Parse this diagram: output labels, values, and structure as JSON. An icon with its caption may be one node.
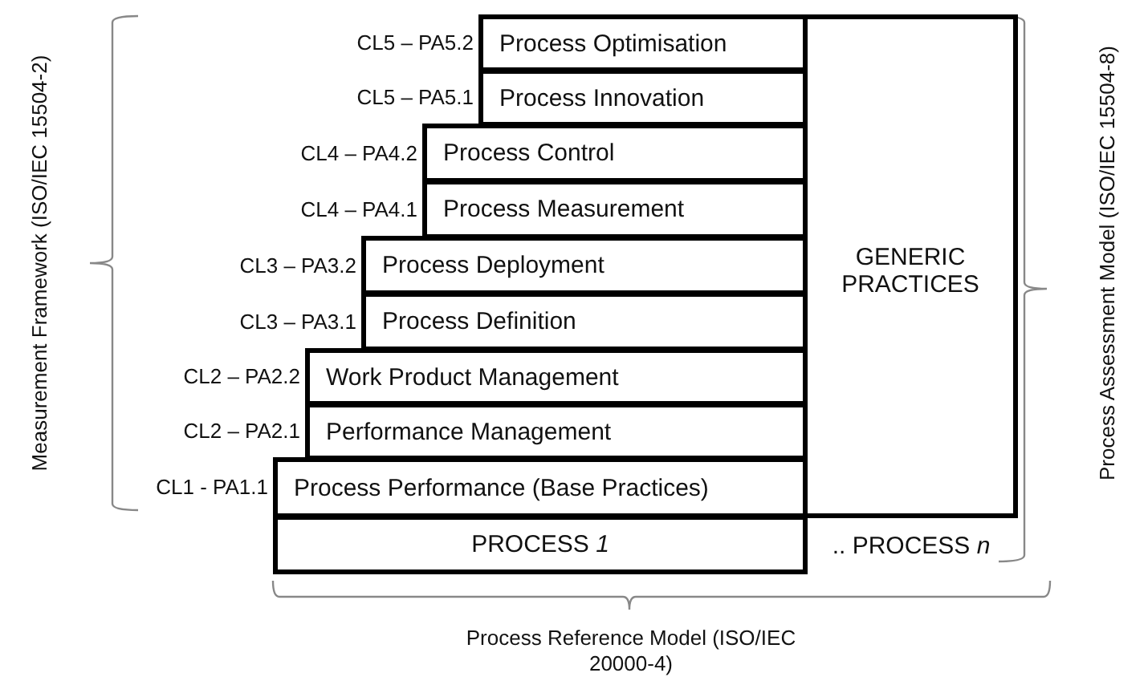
{
  "diagram": {
    "nodes": [
      {
        "text": [
          "Process Optimisation"
        ],
        "beside": [
          "CL5 – PA5.2"
        ]
      },
      {
        "text": [
          "Process Innovation"
        ],
        "beside": [
          "CL5 – PA5.1"
        ]
      },
      {
        "text": [
          "Process Control"
        ],
        "beside": [
          "CL4 – PA4.2"
        ]
      },
      {
        "text": [
          "Process Measurement"
        ],
        "beside": [
          "CL4 – PA4.1"
        ]
      },
      {
        "text": [
          "Process Deployment"
        ],
        "beside": [
          "CL3 – PA3.2"
        ]
      },
      {
        "text": [
          "Process Definition"
        ],
        "beside": [
          "CL3 – PA3.1"
        ]
      },
      {
        "text": [
          "Work Product Management"
        ],
        "beside": [
          "CL2 – PA2.2"
        ]
      },
      {
        "text": [
          "Performance Management"
        ],
        "beside": [
          "CL2 – PA2.1"
        ]
      },
      {
        "text": [
          "Process Performance (Base Practices)"
        ],
        "beside": [
          "CL1 - PA1.1"
        ]
      },
      {
        "text": [
          "GENERIC PRACTICES"
        ]
      },
      {
        "text": [
          "PROCESS *1*"
        ]
      }
    ],
    "edges": [],
    "labels": [
      "Measurement Framework (ISO/IEC 15504-2)",
      ".. PROCESS *n*",
      "Process Assessment Model (ISO/IEC 15504-8)",
      "Process Reference Model (ISO/IEC 20000-4)"
    ]
  }
}
